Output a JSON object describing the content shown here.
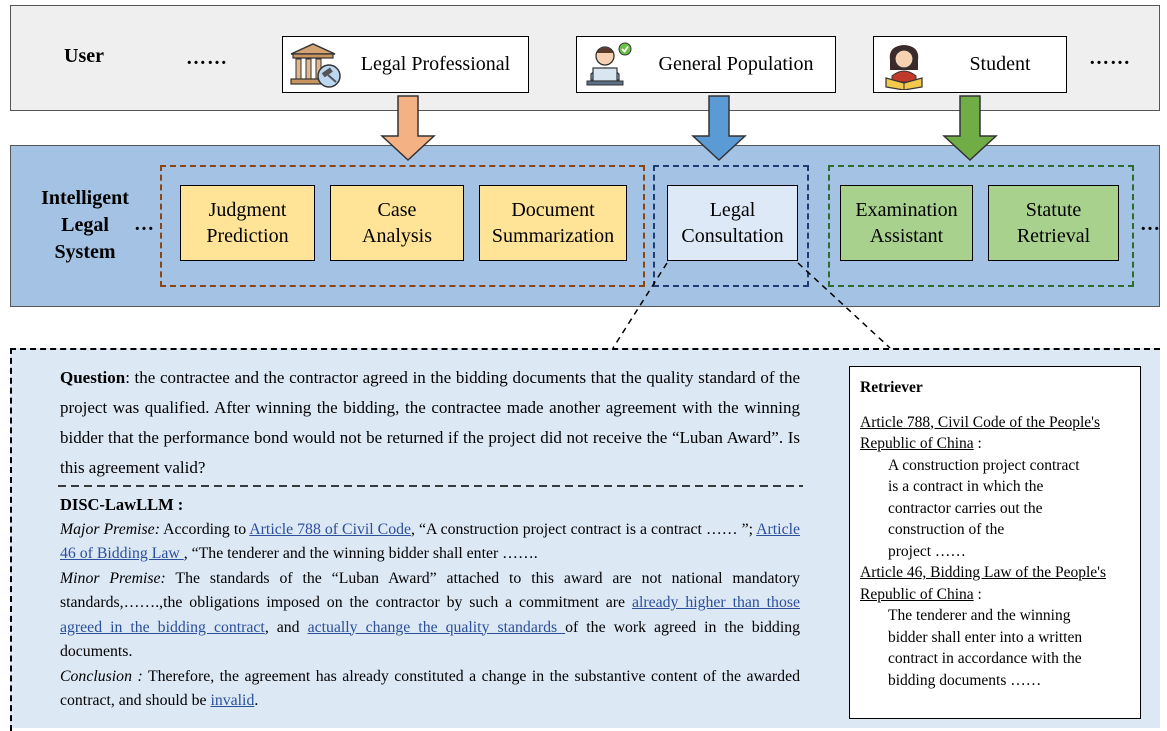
{
  "user_band": {
    "label": "User",
    "ellipsis_left": "……",
    "ellipsis_right": "……",
    "users": [
      {
        "label": "Legal Professional",
        "icon": "courthouse-gavel-icon"
      },
      {
        "label": "General Population",
        "icon": "person-laptop-icon"
      },
      {
        "label": "Student",
        "icon": "student-reading-icon"
      }
    ]
  },
  "system_band": {
    "label_lines": [
      "Intelligent",
      "Legal",
      "System"
    ],
    "ellipsis_left": "…",
    "ellipsis_right": "…",
    "tasks": [
      {
        "line1": "Judgment",
        "line2": "Prediction"
      },
      {
        "line1": "Case",
        "line2": "Analysis"
      },
      {
        "line1": "Document",
        "line2": "Summarization"
      },
      {
        "line1": "Legal",
        "line2": "Consultation"
      },
      {
        "line1": "Examination",
        "line2": "Assistant"
      },
      {
        "line1": "Statute",
        "line2": "Retrieval"
      }
    ]
  },
  "colors": {
    "user_band_bg": "#efefef",
    "system_band_bg": "#a4c2e3",
    "task_yellow": "#ffe396",
    "task_green": "#a9d18e",
    "task_blue": "#dde9f6",
    "arrow_orange": "#f4b183",
    "arrow_blue": "#5b9bd5",
    "arrow_green": "#70ad47",
    "group_brown": "#8b4513",
    "group_navy": "#1f3b73",
    "group_green": "#2e6b2e",
    "link_blue": "#2b4f9a"
  },
  "question": {
    "label": "Question",
    "text": ": the contractee and the contractor agreed in the bidding documents that the quality standard of the project was qualified. After winning the bidding, the contractee made another agreement with the winning bidder that the performance bond would not be returned if the project did not receive the “Luban Award”. Is this agreement valid?"
  },
  "answer": {
    "title": "DISC-LawLLM :",
    "major_label": "Major Premise:",
    "major_t1": " According to ",
    "major_link1": "Article 788 of Civil Code",
    "major_t2": ", “A construction project contract is a contract …… ”; ",
    "major_link2": "Article 46 of Bidding Law ",
    "major_t3": ", “The tenderer and the winning bidder shall enter …….",
    "minor_label": "Minor Premise:",
    "minor_t1": " The standards of the “Luban Award” attached to this award are not national mandatory standards,…….,the obligations imposed on the contractor by such a commitment are ",
    "minor_link1": "already higher than those agreed in the bidding contract",
    "minor_t2": ", and ",
    "minor_link2": "actually change the quality standards ",
    "minor_t3": "of the work agreed in the bidding documents.",
    "concl_label": "Conclusion :",
    "concl_t1": " Therefore, the agreement has already constituted a change in the substantive content of the awarded contract, and should be ",
    "concl_link": "invalid",
    "concl_t2": "."
  },
  "retriever": {
    "title": "Retriever",
    "a1_title": "Article 788, Civil Code of the People's Republic of China",
    "a1_colon": " :",
    "a1_lines": [
      "A construction project contract",
      "is a contract in which the",
      "contractor carries out the",
      "construction of the",
      "project ……"
    ],
    "a2_title": "Article 46, Bidding Law of the People's Republic of China",
    "a2_colon": " :",
    "a2_lines": [
      "The tenderer and the winning",
      "bidder shall enter into a written",
      "contract in accordance with the",
      "bidding documents ……"
    ]
  }
}
